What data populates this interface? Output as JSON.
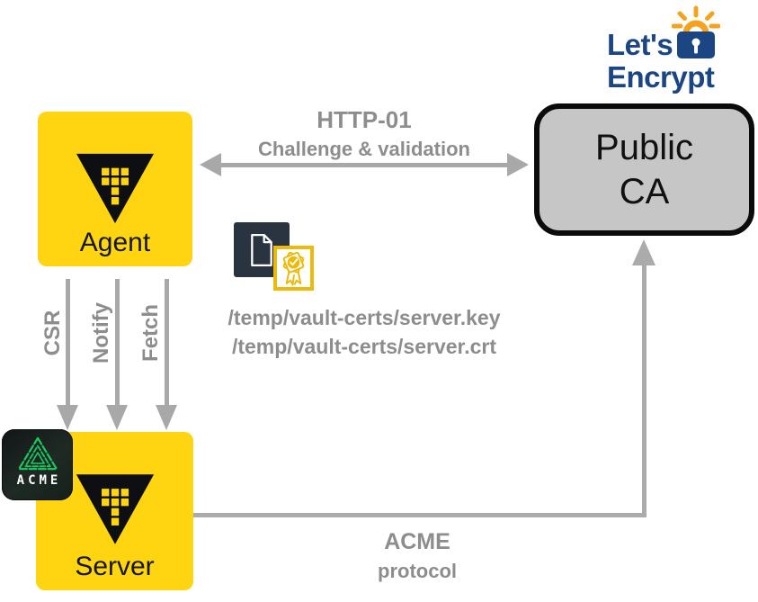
{
  "branding": {
    "lets_encrypt": {
      "line1": "Let's",
      "line2": "Encrypt"
    }
  },
  "nodes": {
    "public_ca": {
      "line1": "Public",
      "line2": "CA"
    },
    "agent": {
      "label": "Agent"
    },
    "server": {
      "label": "Server"
    },
    "acme_badge": {
      "label": "ACME"
    }
  },
  "connections": {
    "http": {
      "title": "HTTP-01",
      "subtitle": "Challenge & validation"
    },
    "agent_to_server": [
      {
        "label": "CSR"
      },
      {
        "label": "Notify"
      },
      {
        "label": "Fetch"
      }
    ],
    "server_to_ca": {
      "line1": "ACME",
      "line2": "protocol"
    }
  },
  "files": {
    "key_path": "/temp/vault-certs/server.key",
    "crt_path": "/temp/vault-certs/server.crt"
  },
  "icons": {
    "vault": "vault-icon",
    "document": "document-icon",
    "certificate": "certificate-icon",
    "acme_triangle": "acme-triangle-icon",
    "lets_encrypt_lock": "lets-encrypt-lock-icon"
  },
  "colors": {
    "background": "#FFFFFF",
    "vault_yellow": "#FFD511",
    "arrow_gray": "#A8A8A8",
    "label_gray": "#8D8D8D",
    "ca_fill": "#C6C6C6",
    "ca_border": "#0B0B0B",
    "dark_panel": "#2A3440",
    "cert_yellow": "#EDB90B",
    "le_navy": "#1C4584",
    "le_orange": "#F5A31D",
    "acme_green": "#1EC25E"
  }
}
